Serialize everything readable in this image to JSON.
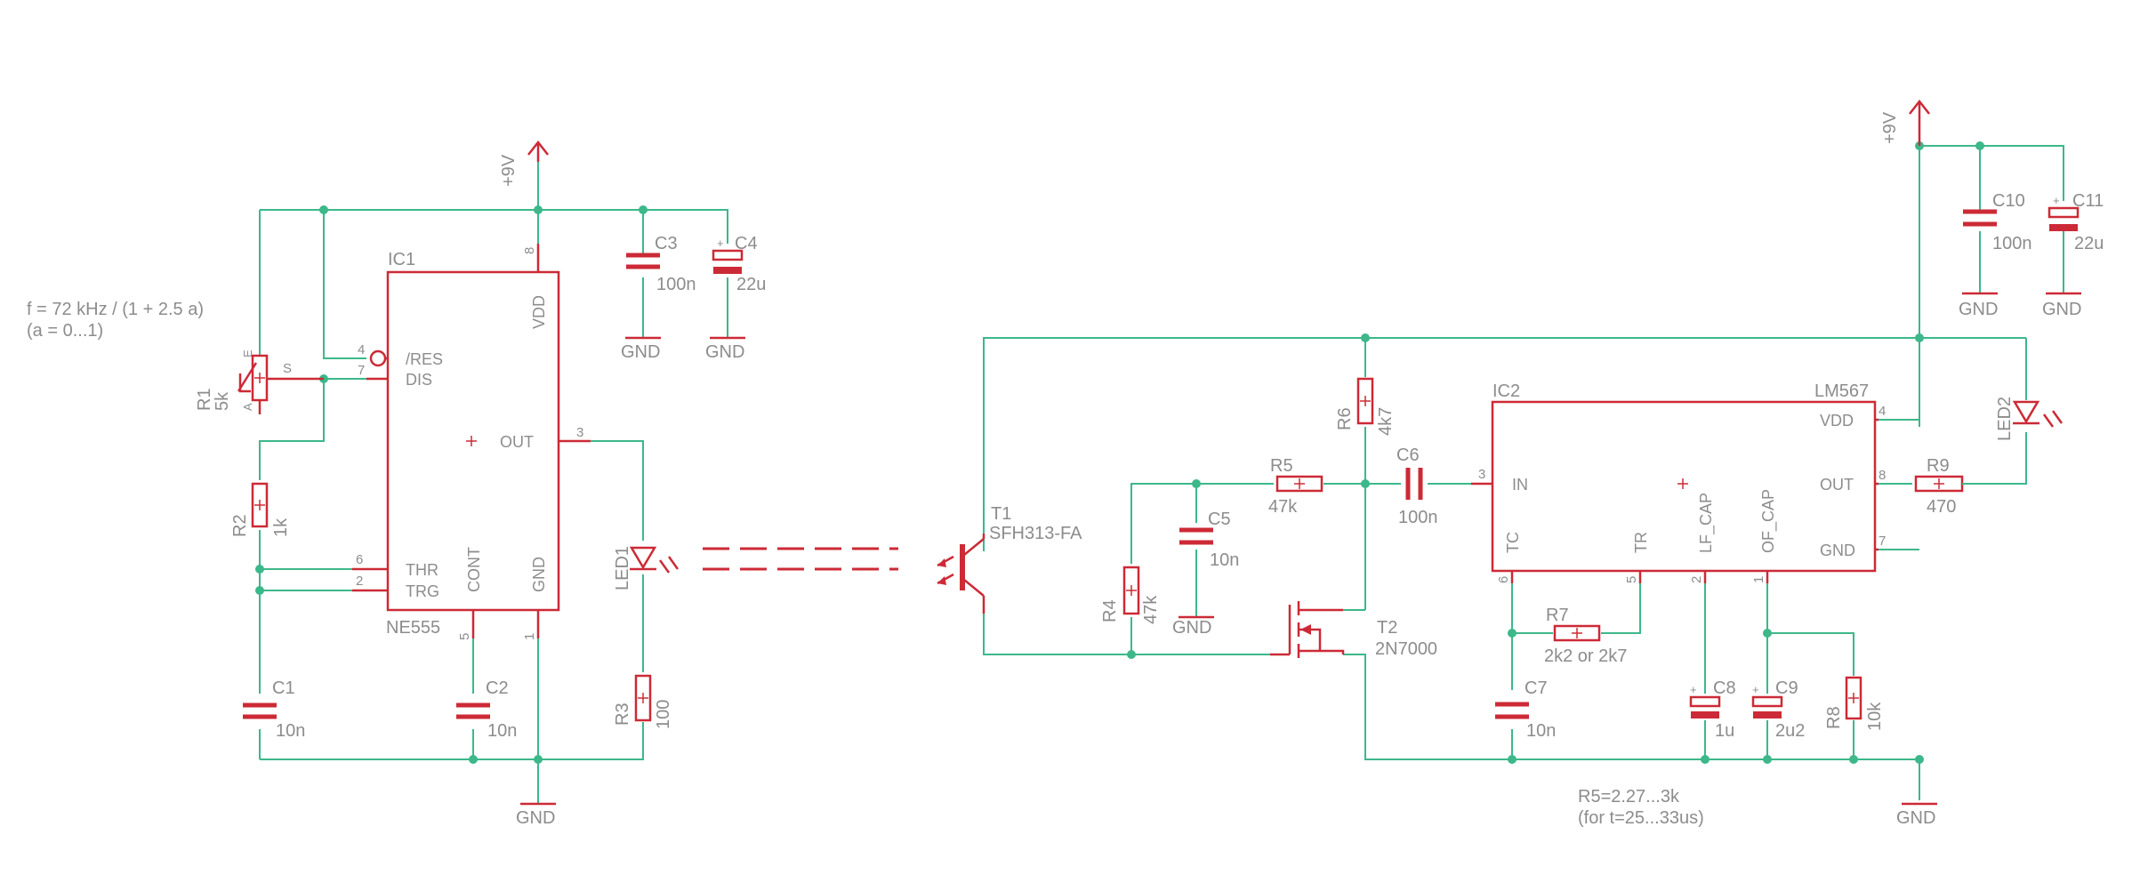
{
  "ic1": {
    "name": "IC1",
    "value": "NE555",
    "pins": {
      "res": "/RES",
      "dis": "DIS",
      "out": "OUT",
      "vdd": "VDD",
      "thr": "THR",
      "trg": "TRG",
      "cont": "CONT",
      "gnd": "GND"
    },
    "pin_numbers": {
      "p4": "4",
      "p7": "7",
      "p8": "8",
      "p3": "3",
      "p6": "6",
      "p2": "2",
      "p5": "5",
      "p1": "1"
    }
  },
  "ic2": {
    "name": "IC2",
    "value": "LM567",
    "pins": {
      "in": "IN",
      "vdd": "VDD",
      "out": "OUT",
      "gnd": "GND",
      "tc": "TC",
      "tr": "TR",
      "lf_cap": "LF_CAP",
      "of_cap": "OF_CAP"
    },
    "pin_numbers": {
      "p3": "3",
      "p4": "4",
      "p8": "8",
      "p7": "7",
      "p6": "6",
      "p5": "5",
      "p2": "2",
      "p1": "1"
    }
  },
  "components": {
    "r1": {
      "name": "R1",
      "value": "5k",
      "wiper": "S",
      "end_a": "A",
      "end_e": "E"
    },
    "r2": {
      "name": "R2",
      "value": "1k"
    },
    "r3": {
      "name": "R3",
      "value": "100"
    },
    "r4": {
      "name": "R4",
      "value": "47k"
    },
    "r5": {
      "name": "R5",
      "value": "47k"
    },
    "r6": {
      "name": "R6",
      "value": "4k7"
    },
    "r7": {
      "name": "R7",
      "value": "2k2 or 2k7"
    },
    "r8": {
      "name": "R8",
      "value": "10k"
    },
    "r9": {
      "name": "R9",
      "value": "470"
    },
    "c1": {
      "name": "C1",
      "value": "10n"
    },
    "c2": {
      "name": "C2",
      "value": "10n"
    },
    "c3": {
      "name": "C3",
      "value": "100n"
    },
    "c4": {
      "name": "C4",
      "value": "22u"
    },
    "c5": {
      "name": "C5",
      "value": "10n"
    },
    "c6": {
      "name": "C6",
      "value": "100n"
    },
    "c7": {
      "name": "C7",
      "value": "10n"
    },
    "c8": {
      "name": "C8",
      "value": "1u"
    },
    "c9": {
      "name": "C9",
      "value": "2u2"
    },
    "c10": {
      "name": "C10",
      "value": "100n"
    },
    "c11": {
      "name": "C11",
      "value": "22u"
    },
    "led1": {
      "name": "LED1"
    },
    "led2": {
      "name": "LED2"
    },
    "t1": {
      "name": "T1",
      "value": "SFH313-FA"
    },
    "t2": {
      "name": "T2",
      "value": "2N7000"
    }
  },
  "supplies": {
    "vcc": "+9V",
    "gnd": "GND"
  },
  "notes": {
    "freq_line1": "f = 72 kHz / (1 + 2.5 a)",
    "freq_line2": "(a = 0...1)",
    "r5_line1": "R5=2.27...3k",
    "r5_line2": "(for t=25...33us)"
  },
  "colors": {
    "wire": "#3cb88a",
    "component": "#cc2a36",
    "text": "#8c8c8c"
  }
}
